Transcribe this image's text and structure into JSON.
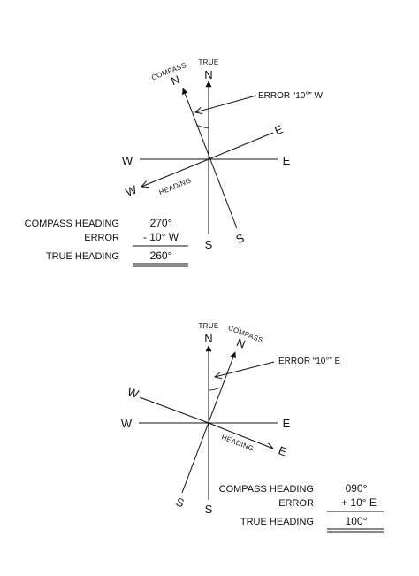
{
  "diagram1": {
    "true_label": "TRUE",
    "compass_label": "COMPASS",
    "true_north": "N",
    "compass_north": "N",
    "west": "W",
    "east": "E",
    "south": "S",
    "compass_east": "E",
    "compass_south": "S",
    "heading_west": "W",
    "heading_label": "HEADING",
    "error_label": "ERROR “10°” W",
    "calc": {
      "compass_heading_label": "COMPASS HEADING",
      "compass_heading_value": "270°",
      "error_label": "ERROR",
      "error_value": "- 10° W",
      "true_heading_label": "TRUE HEADING",
      "true_heading_value": "260°"
    }
  },
  "diagram2": {
    "true_label": "TRUE",
    "compass_label": "COMPASS",
    "true_north": "N",
    "compass_north": "N",
    "west": "W",
    "east": "E",
    "south": "S",
    "compass_west": "W",
    "compass_south": "S",
    "heading_east": "E",
    "heading_label": "HEADING",
    "error_label": "ERROR “10°” E",
    "calc": {
      "compass_heading_label": "COMPASS HEADING",
      "compass_heading_value": "090°",
      "error_label": "ERROR",
      "error_value": "+ 10° E",
      "true_heading_label": "TRUE HEADING",
      "true_heading_value": "100°"
    }
  }
}
